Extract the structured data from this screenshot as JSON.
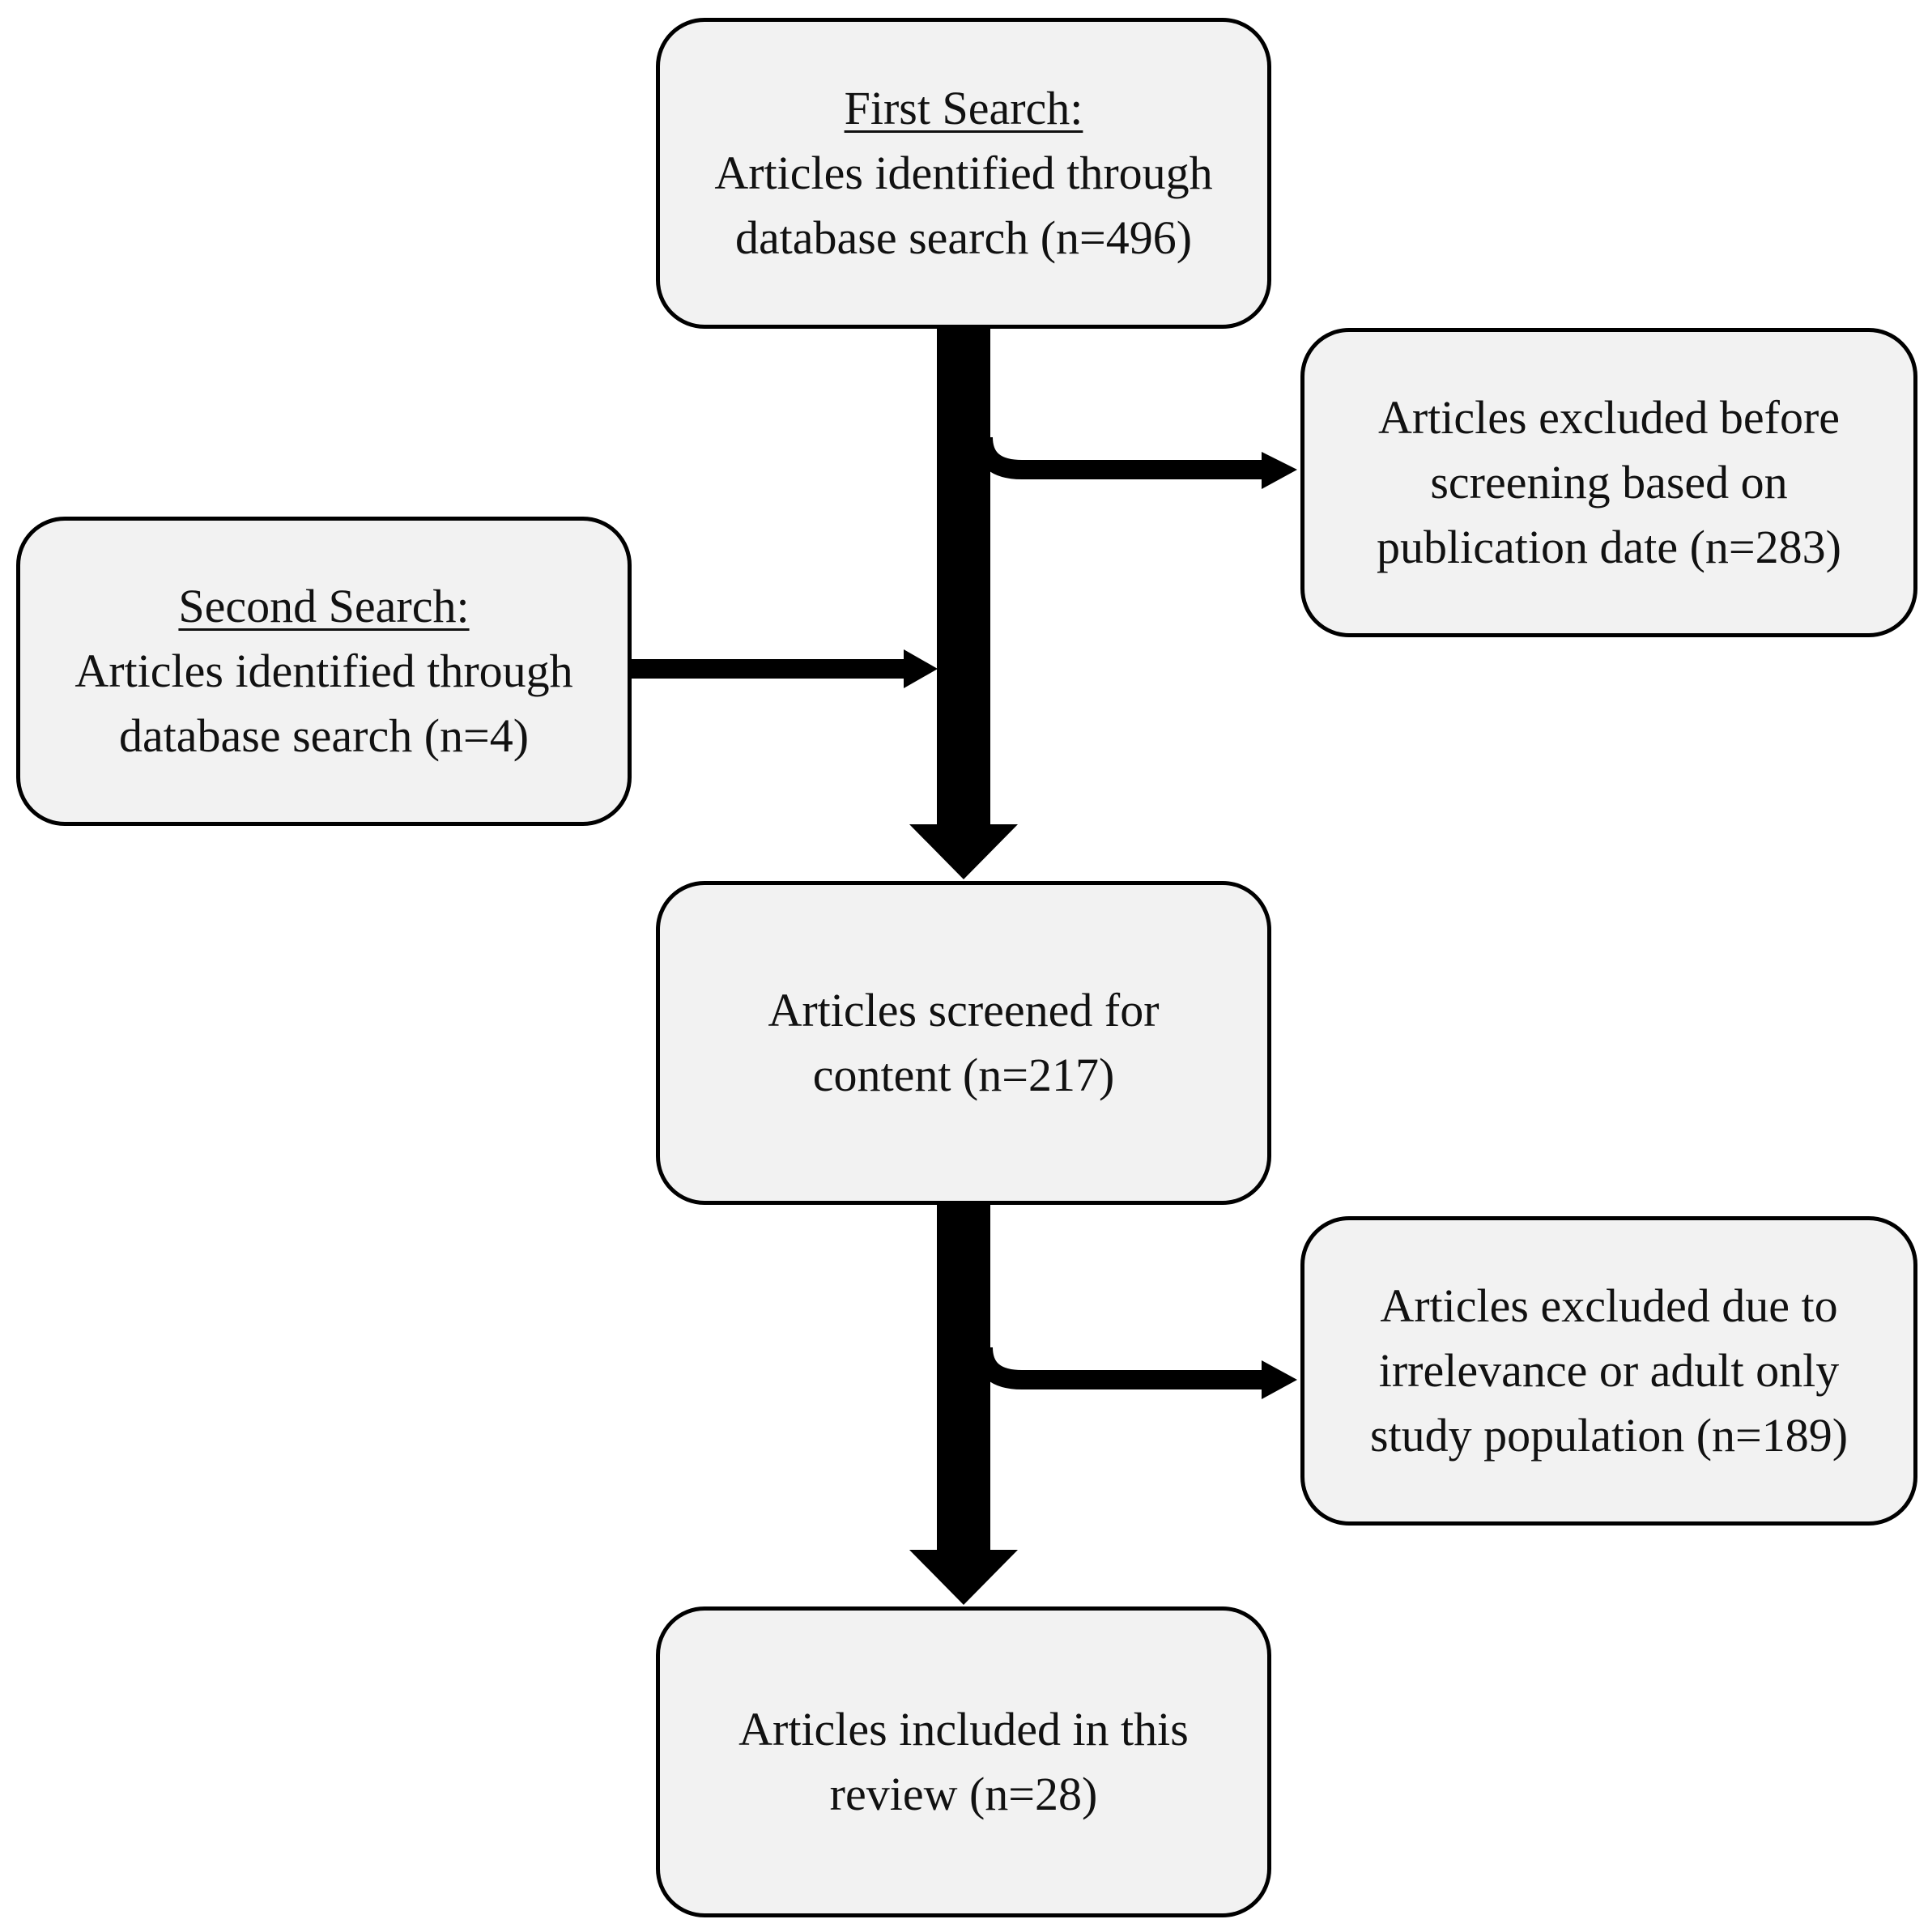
{
  "flowchart": {
    "first_search": {
      "heading": "First Search:",
      "line1": "Articles identified through",
      "line2": "database search (n=496)"
    },
    "excluded_before_screening": {
      "line1": "Articles excluded before",
      "line2": "screening based on",
      "line3": "publication date (n=283)"
    },
    "second_search": {
      "heading": "Second Search:",
      "line1": "Articles identified through",
      "line2": "database search (n=4)"
    },
    "screened": {
      "line1": "Articles screened for",
      "line2": "content (n=217)"
    },
    "excluded_irrelevance": {
      "line1": "Articles excluded due to",
      "line2": "irrelevance or adult only",
      "line3": "study population (n=189)"
    },
    "included": {
      "line1": "Articles included in this",
      "line2": "review (n=28)"
    }
  },
  "colors": {
    "box_fill": "#f2f2f2",
    "box_border": "#000000",
    "arrow": "#000000",
    "text": "#111111",
    "background": "#ffffff"
  }
}
